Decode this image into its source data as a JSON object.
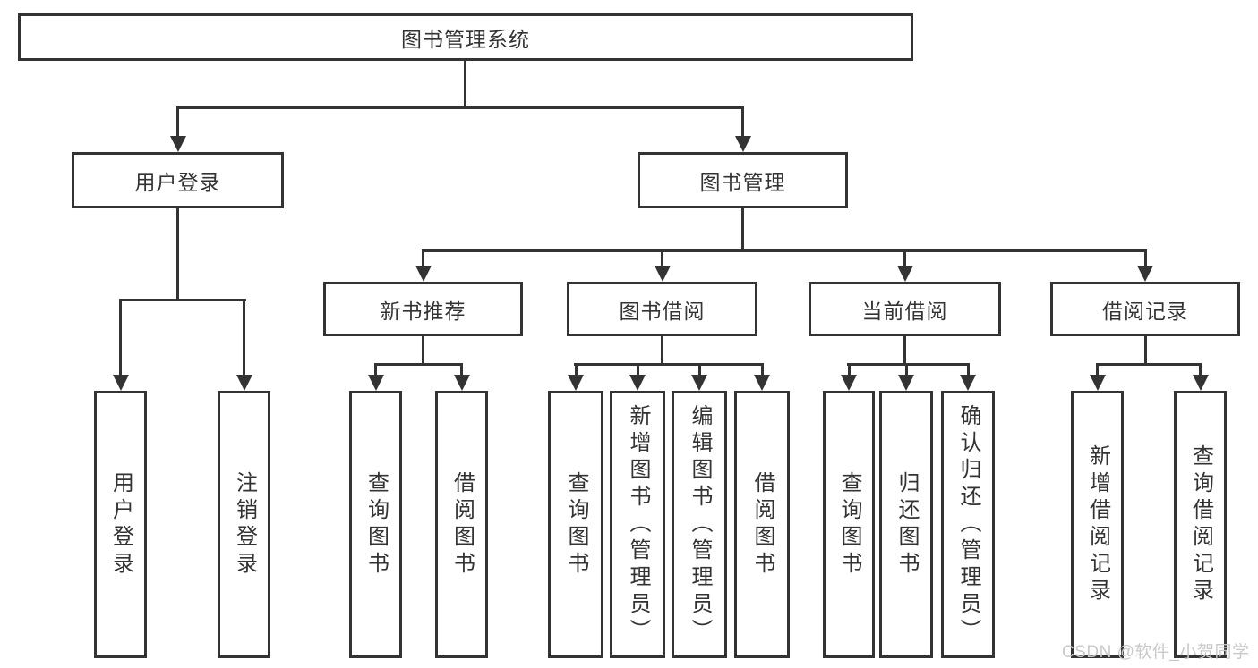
{
  "tree": {
    "root": {
      "label": "图书管理系统"
    },
    "branches": [
      {
        "label": "用户登录",
        "children": [
          {
            "label": "用户登录"
          },
          {
            "label": "注销登录"
          }
        ]
      },
      {
        "label": "图书管理",
        "children": [
          {
            "label": "新书推荐",
            "children": [
              {
                "label": "查询图书"
              },
              {
                "label": "借阅图书"
              }
            ]
          },
          {
            "label": "图书借阅",
            "children": [
              {
                "label": "查询图书"
              },
              {
                "label": "新增图书（管理员）"
              },
              {
                "label": "编辑图书（管理员）"
              },
              {
                "label": "借阅图书"
              }
            ]
          },
          {
            "label": "当前借阅",
            "children": [
              {
                "label": "查询图书"
              },
              {
                "label": "归还图书"
              },
              {
                "label": "确认归还（管理员）"
              }
            ]
          },
          {
            "label": "借阅记录",
            "children": [
              {
                "label": "新增借阅记录"
              },
              {
                "label": "查询借阅记录"
              }
            ]
          }
        ]
      }
    ]
  },
  "watermark": "CSDN @软件_小贺同学",
  "colors": {
    "line": "#333333",
    "text": "#333333",
    "watermark": "#c9c9c9",
    "bg": "#ffffff"
  }
}
